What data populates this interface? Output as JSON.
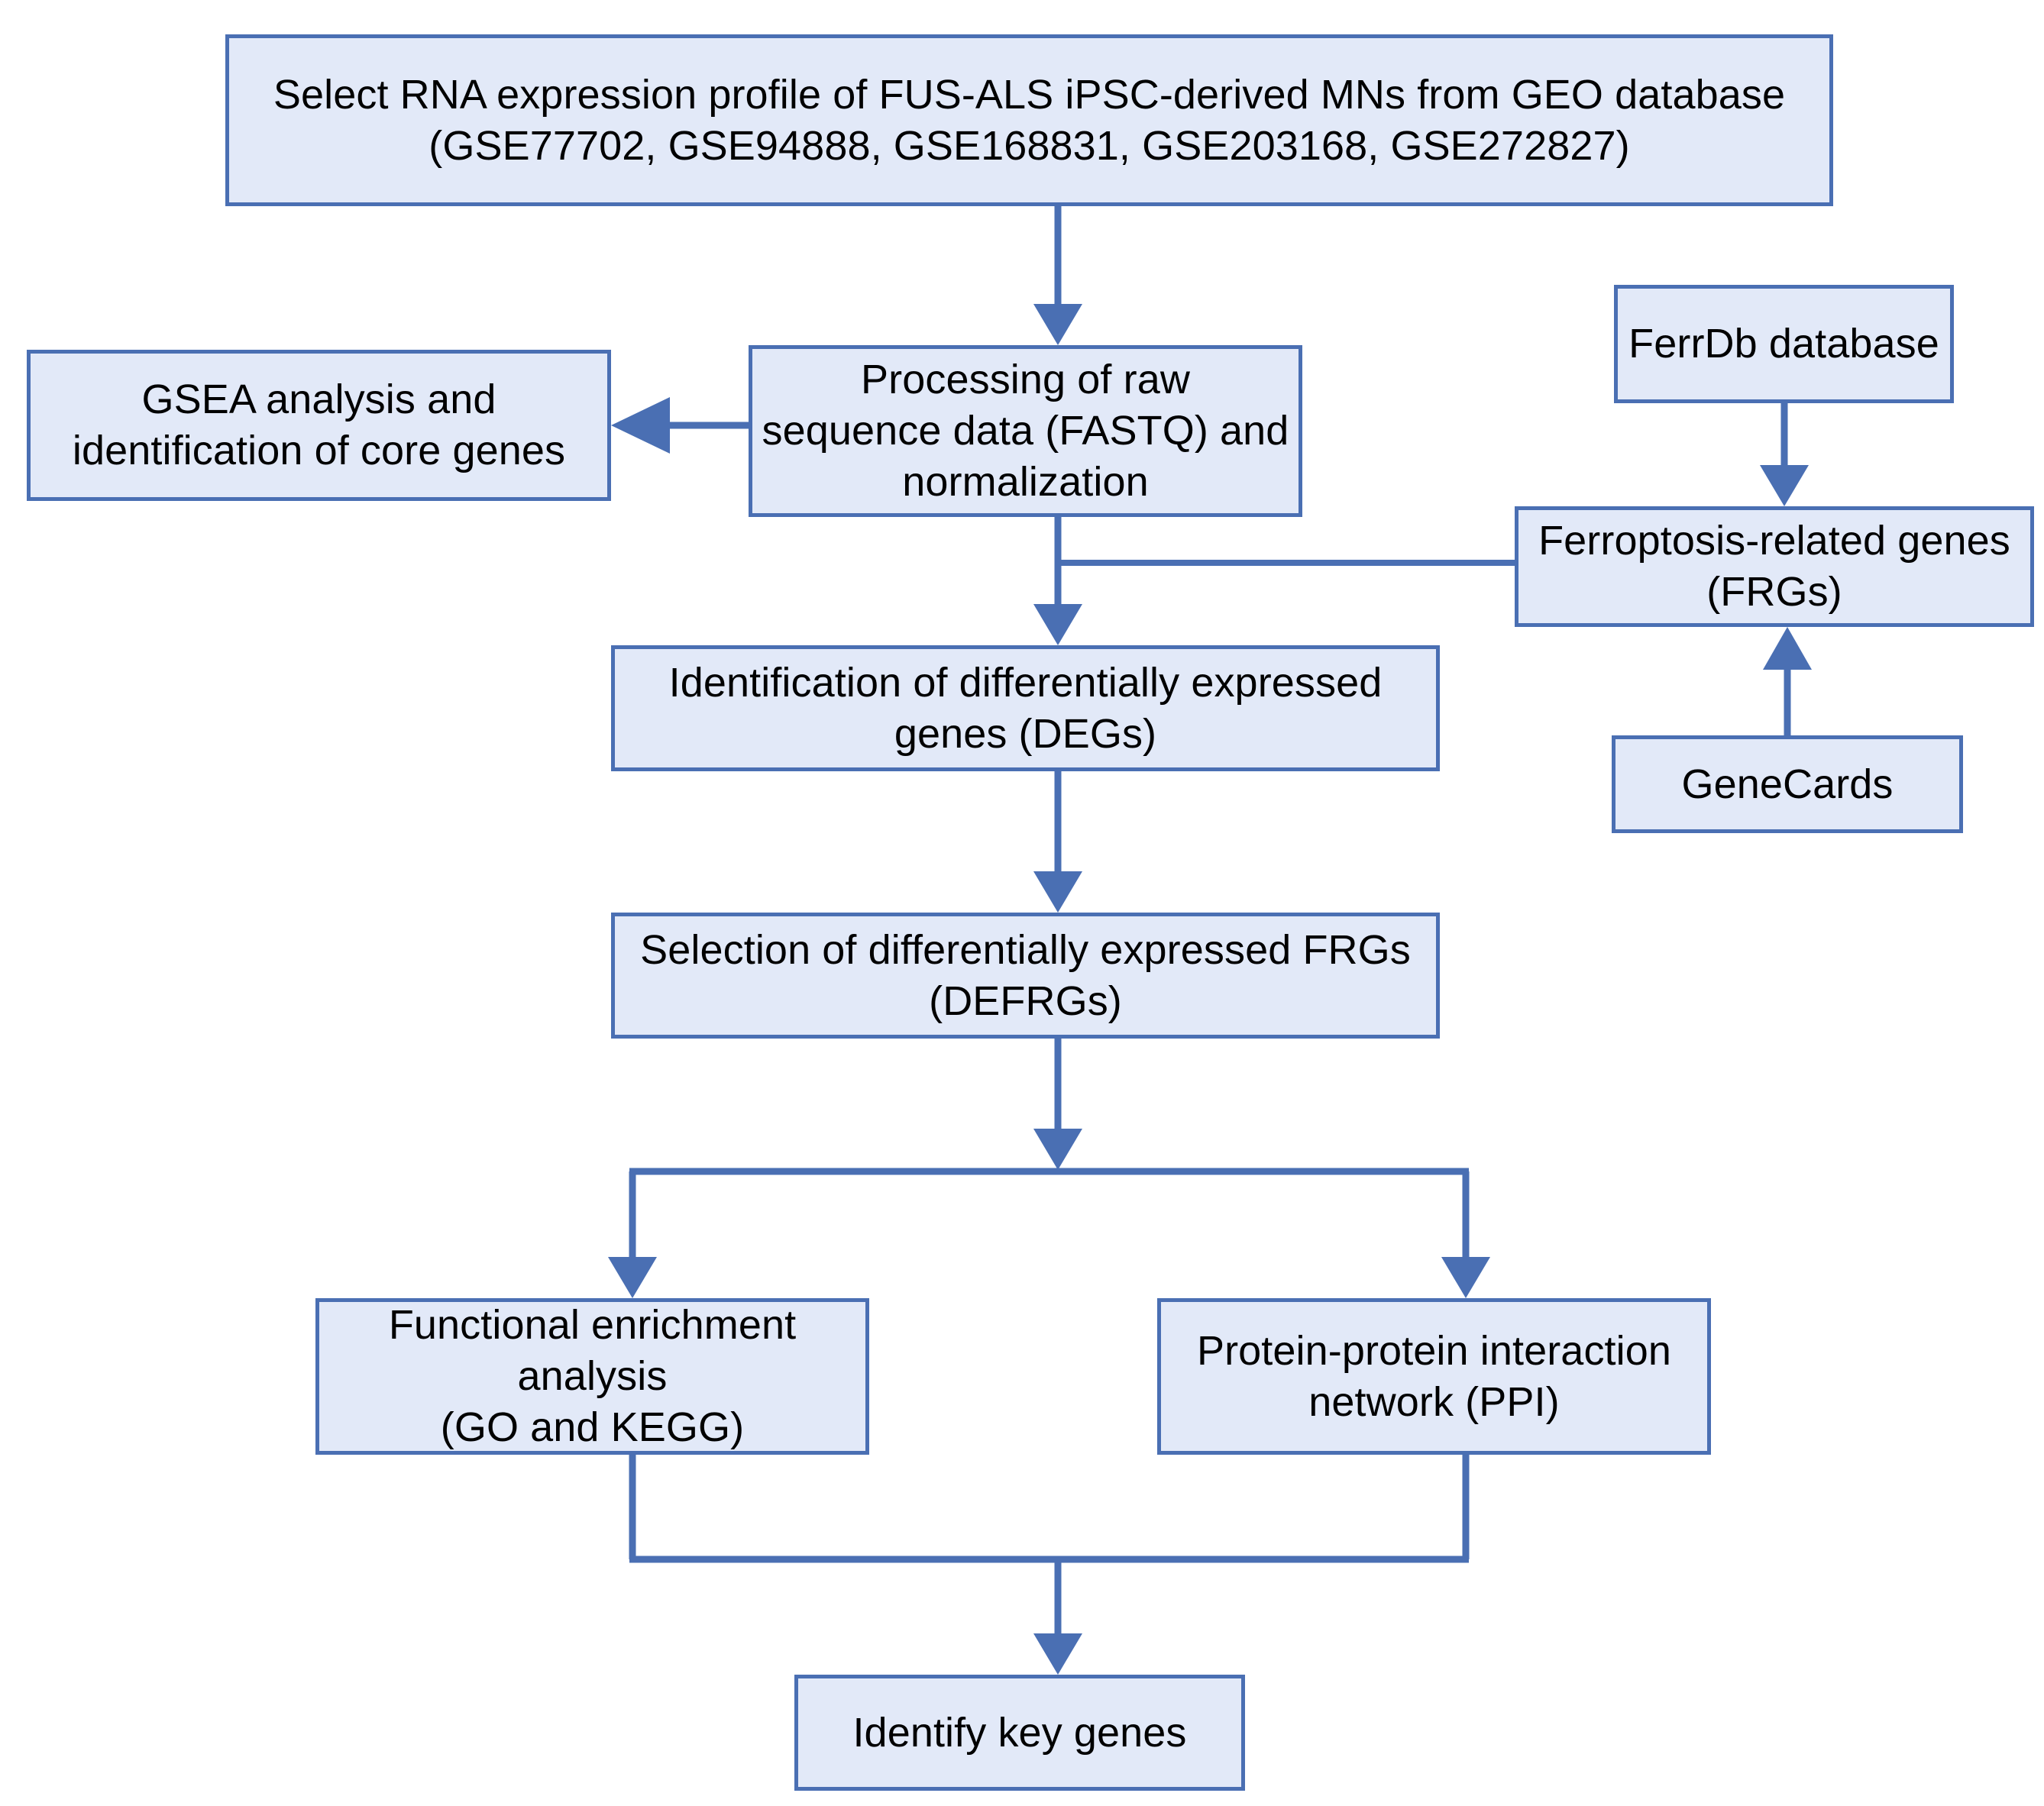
{
  "diagram": {
    "title": "Study workflow flowchart",
    "type": "flowchart",
    "colors": {
      "node_fill": "#e2e9f8",
      "node_border": "#4a6fb3",
      "connector": "#4a6fb3",
      "text": "#000000",
      "background": "#ffffff"
    },
    "nodes": {
      "geo_selection": "Select RNA expression profile of FUS-ALS iPSC-derived MNs from GEO database\n(GSE77702, GSE94888, GSE168831, GSE203168, GSE272827)",
      "gsea": "GSEA analysis and\nidentification of core genes",
      "processing": "Processing of raw\nsequence data (FASTQ) and\nnormalization",
      "ferrdb": "FerrDb database",
      "frgs": "Ferroptosis-related genes\n(FRGs)",
      "genecards": "GeneCards",
      "degs": "Identification of differentially expressed\ngenes (DEGs)",
      "defrgs": "Selection of differentially expressed FRGs\n(DEFRGs)",
      "functional_enrichment": "Functional enrichment\nanalysis\n(GO and KEGG)",
      "ppi": "Protein-protein interaction\nnetwork (PPI)",
      "key_genes": "Identify key genes"
    },
    "datasets": [
      "GSE77702",
      "GSE94888",
      "GSE168831",
      "GSE203168",
      "GSE272827"
    ],
    "edges": [
      {
        "from": "geo_selection",
        "to": "processing",
        "style": "arrow-down"
      },
      {
        "from": "processing",
        "to": "gsea",
        "style": "arrow-left"
      },
      {
        "from": "processing",
        "to": "degs",
        "style": "arrow-down"
      },
      {
        "from": "ferrdb",
        "to": "frgs",
        "style": "arrow-down"
      },
      {
        "from": "genecards",
        "to": "frgs",
        "style": "arrow-up"
      },
      {
        "from": "frgs",
        "to": "degs",
        "style": "elbow-left-into-spine"
      },
      {
        "from": "degs",
        "to": "defrgs",
        "style": "arrow-down"
      },
      {
        "from": "defrgs",
        "to": "functional_enrichment",
        "style": "split-arrow-down-left"
      },
      {
        "from": "defrgs",
        "to": "ppi",
        "style": "split-arrow-down-right"
      },
      {
        "from": "functional_enrichment",
        "to": "key_genes",
        "style": "merge-arrow-down"
      },
      {
        "from": "ppi",
        "to": "key_genes",
        "style": "merge-arrow-down"
      }
    ]
  }
}
